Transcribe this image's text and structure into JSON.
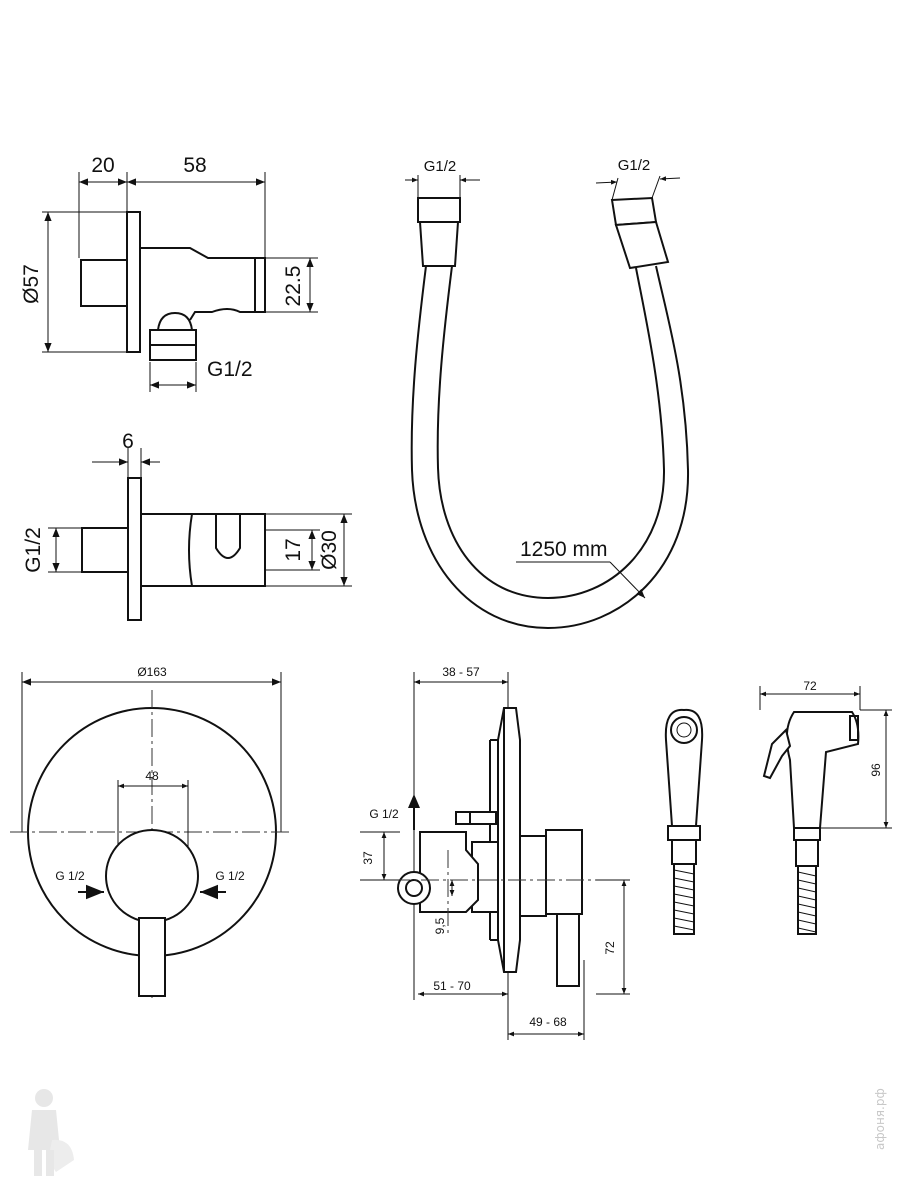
{
  "wall_elbow_side": {
    "dim_flange_depth": "20",
    "dim_body_length": "58",
    "dim_flange_diameter": "Ø57",
    "dim_height": "22.5",
    "dim_outlet_thread": "G1/2"
  },
  "wall_elbow_top": {
    "dim_flange_thickness": "6",
    "dim_inlet_thread": "G1/2",
    "dim_holder": "17",
    "dim_body_diameter": "Ø30"
  },
  "hose": {
    "left_thread": "G1/2",
    "right_thread": "G1/2",
    "length": "1250 mm"
  },
  "mixer_front": {
    "dim_plate_diameter": "Ø163",
    "dim_body_width": "48",
    "inlet_left": "G 1/2",
    "inlet_right": "G 1/2"
  },
  "mixer_side": {
    "dim_depth_range": "38 - 57",
    "dim_outlet_thread": "G 1/2",
    "dim_outlet_height": "37",
    "dim_small": "9,5",
    "dim_lever": "72",
    "dim_body_range": "51 - 70",
    "dim_handle_range": "49 - 68"
  },
  "hand_shower": {
    "dim_width": "72",
    "dim_height": "96"
  },
  "watermark": {
    "text": "афоня.рф"
  }
}
